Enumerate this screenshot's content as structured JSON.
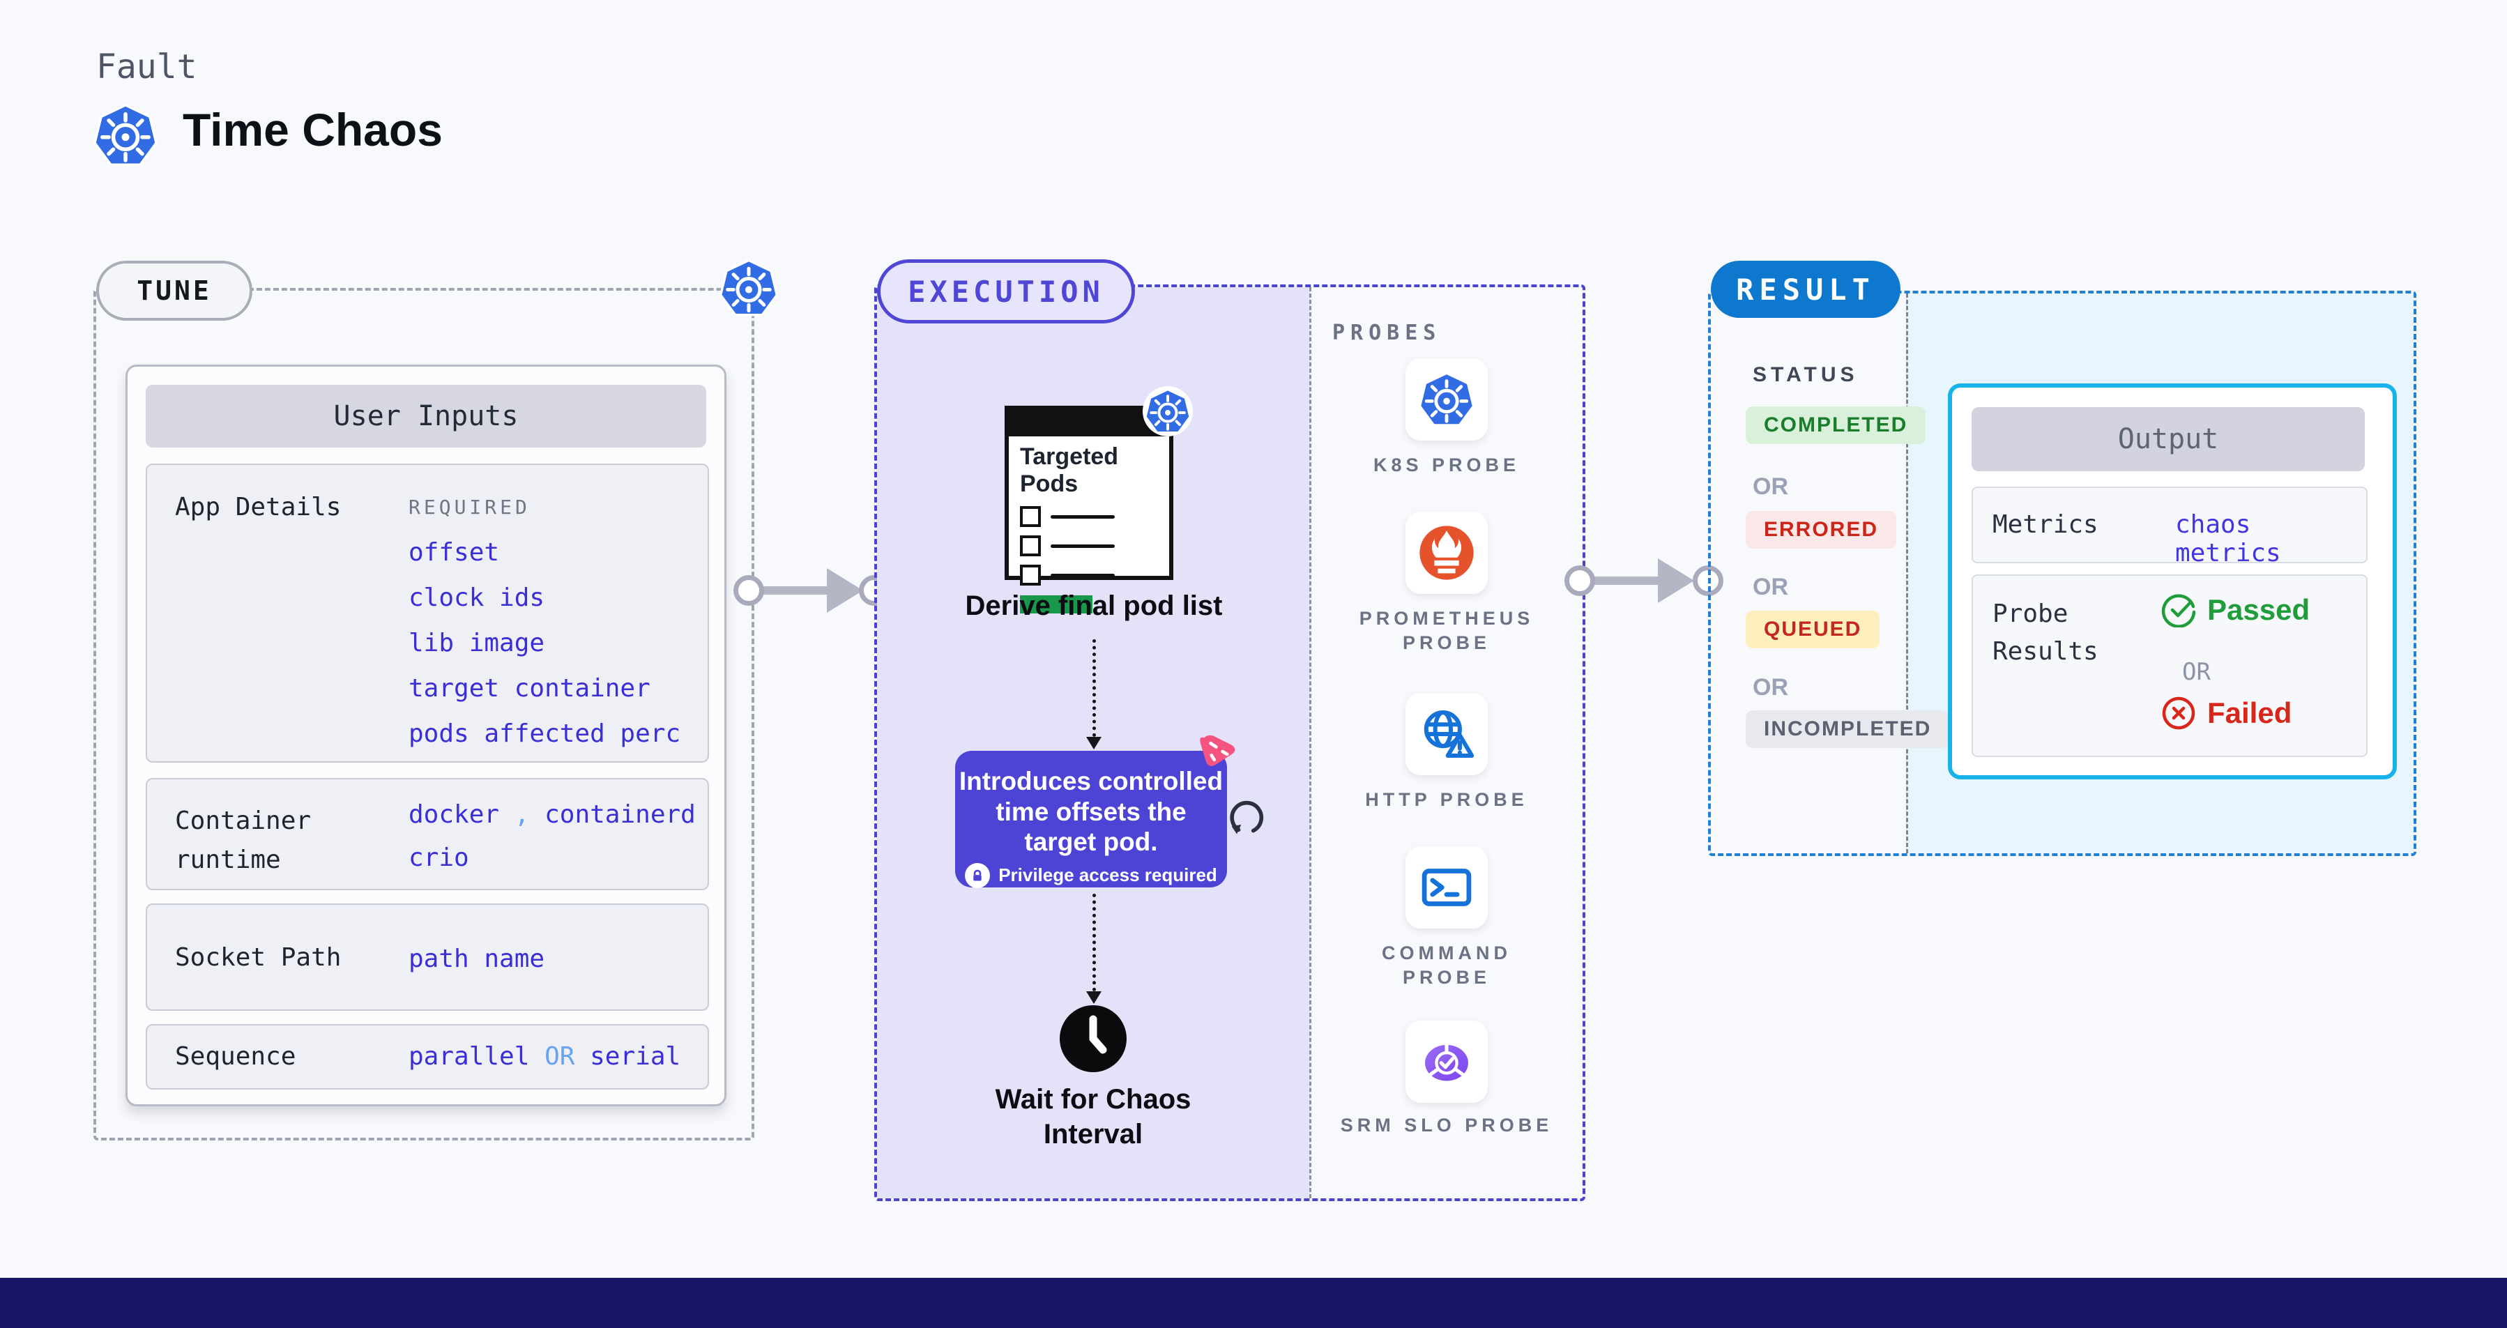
{
  "page": {
    "eyebrow": "Fault",
    "title": "Time Chaos"
  },
  "tune": {
    "label": "TUNE",
    "panel_title": "User Inputs",
    "required_tag": "REQUIRED",
    "app_details": {
      "label": "App Details",
      "links": [
        "offset",
        "clock ids",
        "lib image",
        "target container",
        "pods affected perc"
      ]
    },
    "container_runtime": {
      "label": "Container runtime",
      "value1": "docker",
      "comma": ",",
      "value2": "containerd",
      "value3": "crio"
    },
    "socket_path": {
      "label": "Socket Path",
      "value": "path name"
    },
    "sequence": {
      "label": "Sequence",
      "value1": "parallel",
      "or": "OR",
      "value2": "serial"
    }
  },
  "execution": {
    "label": "EXECUTION",
    "pods_card_title": "Targeted Pods",
    "derive_label": "Derive final pod list",
    "tooltip": {
      "lines": [
        "Introduces controlled",
        "time offsets the",
        "target pod."
      ],
      "privilege": "Privilege access required"
    },
    "wait_lines": [
      "Wait for Chaos",
      "Interval"
    ]
  },
  "probes": {
    "label": "PROBES",
    "items": [
      {
        "name": "K8S PROBE",
        "icon": "k8s-icon"
      },
      {
        "name": "PROMETHEUS PROBE",
        "icon": "prometheus-icon"
      },
      {
        "name": "HTTP PROBE",
        "icon": "http-globe-icon"
      },
      {
        "name": "COMMAND PROBE",
        "icon": "terminal-icon"
      },
      {
        "name": "SRM SLO PROBE",
        "icon": "slo-donut-icon"
      }
    ]
  },
  "result": {
    "label": "RESULT",
    "status_label": "STATUS",
    "or": "OR",
    "badges": [
      {
        "text": "COMPLETED",
        "bg": "#d9f1da",
        "fg": "#1a7d2c"
      },
      {
        "text": "ERRORED",
        "bg": "#fbe9e9",
        "fg": "#cb2418"
      },
      {
        "text": "QUEUED",
        "bg": "#fdf0bd",
        "fg": "#c5271c"
      },
      {
        "text": "INCOMPLETED",
        "bg": "#e8e9ef",
        "fg": "#5b6170"
      }
    ],
    "output": {
      "title": "Output",
      "metrics_label": "Metrics",
      "metrics_value": "chaos metrics",
      "probe_results_label": "Probe Results",
      "passed": "Passed",
      "or": "OR",
      "failed": "Failed"
    }
  },
  "colors": {
    "k8s_blue": "#326ce5",
    "indigo": "#4a43d1",
    "lavender": "#e4e2f9",
    "result_blue": "#0d78cd",
    "cyan_border": "#18b2ea",
    "cyan_bg": "#e7f6fd",
    "link_blue": "#3a2ed6",
    "accent_blue": "#69a2f2",
    "green": "#1f9d3b",
    "red": "#d8261a",
    "prometheus_orange": "#e6522c",
    "pink": "#f4547f",
    "navy_footer": "#191566"
  }
}
